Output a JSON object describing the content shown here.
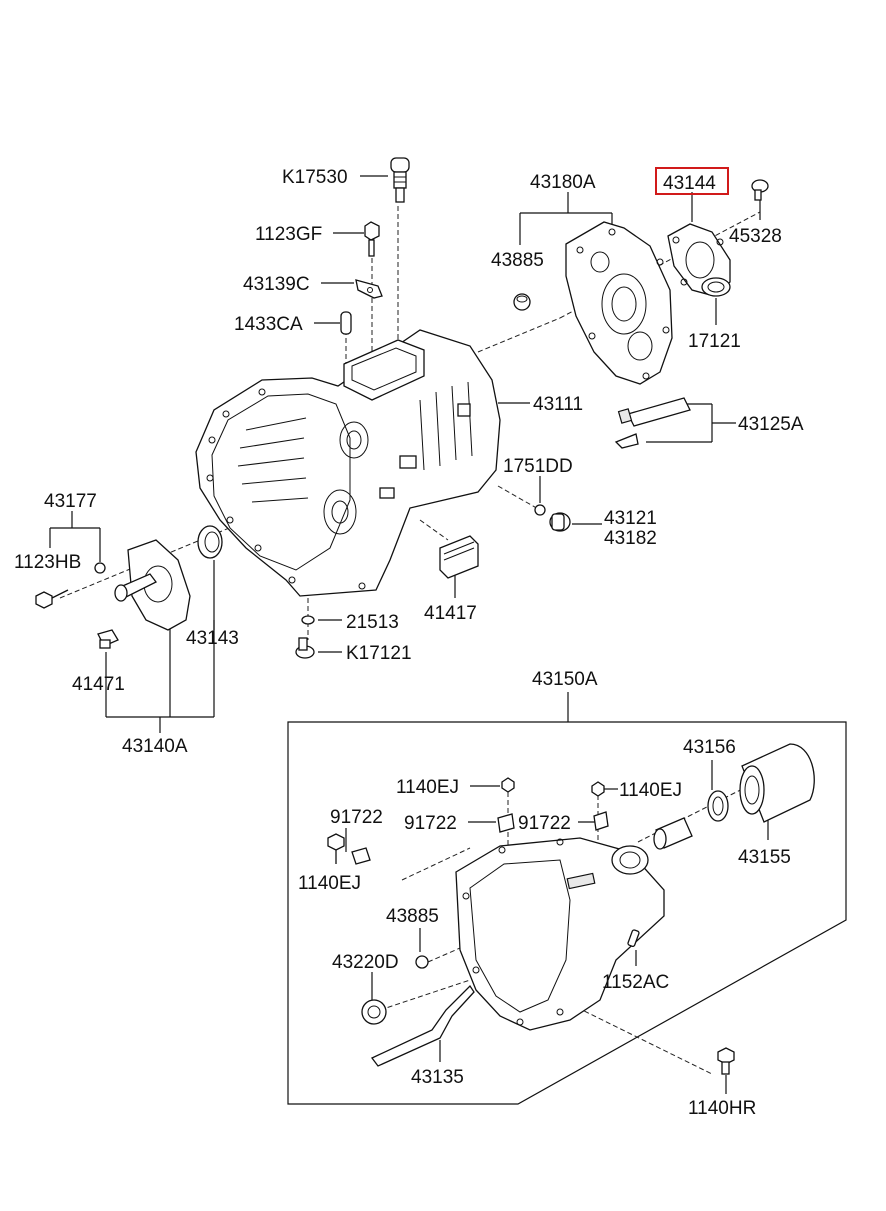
{
  "labels": {
    "k17530": "K17530",
    "p1123gf": "1123GF",
    "p43139c": "43139C",
    "p1433ca": "1433CA",
    "p43180a": "43180A",
    "p43144": "43144",
    "p45328": "45328",
    "p43885_top": "43885",
    "p17121": "17121",
    "p43111": "43111",
    "p43125a": "43125A",
    "p1751dd": "1751DD",
    "p43121": "43121",
    "p43182": "43182",
    "p43177": "43177",
    "p1123hb": "1123HB",
    "p43143": "43143",
    "p41417": "41417",
    "p21513": "21513",
    "k17121": "K17121",
    "p41471": "41471",
    "p43140a": "43140A",
    "p43150a": "43150A",
    "p43156": "43156",
    "p1140ej_a": "1140EJ",
    "p1140ej_b": "1140EJ",
    "p91722_a": "91722",
    "p91722_b": "91722",
    "p91722_c": "91722",
    "p1140ej_c": "1140EJ",
    "p43155": "43155",
    "p43885_bot": "43885",
    "p43220d": "43220D",
    "p1152ac": "1152AC",
    "p43135": "43135",
    "p1140hr": "1140HR"
  },
  "colors": {
    "line": "#111111",
    "highlight": "#d11a1a",
    "background": "#ffffff"
  }
}
